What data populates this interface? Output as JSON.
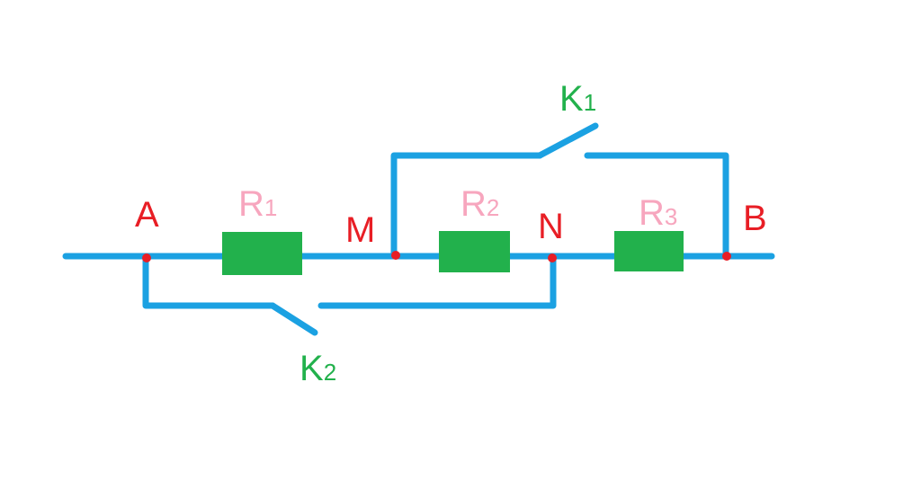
{
  "colors": {
    "wire": "#1ba1e2",
    "resistor": "#22b14c",
    "node": "#e81e25",
    "node_label": "#e81e25",
    "resistor_label": "#f7a6be",
    "switch_label": "#22b14c"
  },
  "nodes": {
    "a": "A",
    "m": "M",
    "n": "N",
    "b": "B"
  },
  "resistors": {
    "r1": {
      "letter": "R",
      "index": "1"
    },
    "r2": {
      "letter": "R",
      "index": "2"
    },
    "r3": {
      "letter": "R",
      "index": "3"
    }
  },
  "switches": {
    "k1": {
      "letter": "K",
      "index": "1"
    },
    "k2": {
      "letter": "K",
      "index": "2"
    }
  }
}
